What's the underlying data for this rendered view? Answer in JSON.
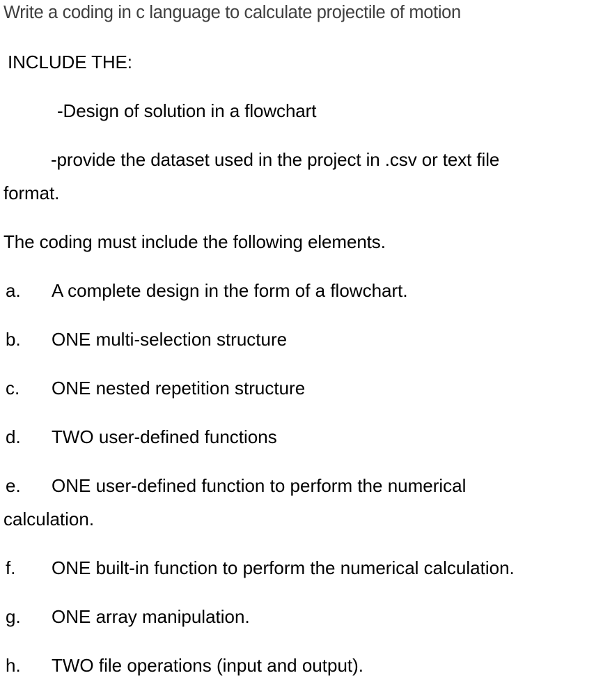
{
  "document": {
    "background_color": "#ffffff",
    "title_color": "#3f3f3f",
    "body_color": "#000000",
    "title_line": "Write a coding in c language to calculate projectile of motion",
    "heading": "INCLUDE THE:",
    "requirements": [
      "-Design of solution in a flowchart",
      "-provide the dataset used in the project in .csv or text file",
      "format."
    ],
    "intro": "The coding must include the following elements.",
    "list": [
      {
        "marker": "a.",
        "text": "A complete design in the form of a flowchart.",
        "continuation": ""
      },
      {
        "marker": "b.",
        "text": "ONE multi-selection structure",
        "continuation": ""
      },
      {
        "marker": "c.",
        "text": "ONE nested repetition structure",
        "continuation": ""
      },
      {
        "marker": "d.",
        "text": "TWO user-defined functions",
        "continuation": ""
      },
      {
        "marker": "e.",
        "text": "ONE user-defined function to perform the numerical",
        "continuation": "calculation."
      },
      {
        "marker": "f.",
        "text": "ONE built-in function to perform the numerical calculation.",
        "continuation": ""
      },
      {
        "marker": "g.",
        "text": "ONE array manipulation.",
        "continuation": ""
      },
      {
        "marker": "h.",
        "text": "TWO file operations (input and output).",
        "continuation": ""
      }
    ]
  }
}
